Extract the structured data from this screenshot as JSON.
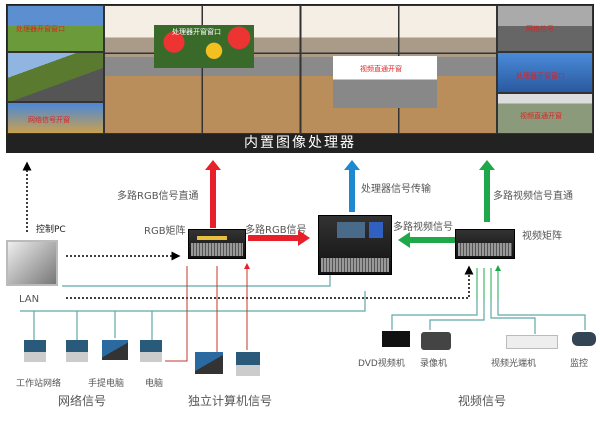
{
  "wall": {
    "title": "内置图像处理器",
    "overlays": {
      "left_top": "处理器开窗窗口",
      "left_bottom": "网络信号开窗",
      "center_window": "处理器开窗窗口",
      "video_window": "视频直通开窗",
      "right_top": "网络信号",
      "right_middle": "处理器开窗窗口",
      "right_bottom": "视频直通开窗"
    }
  },
  "arrows": {
    "rgb_direct": "多路RGB信号直通",
    "processor_transfer": "处理器信号传输",
    "video_direct": "多路视频信号直通",
    "rgb_signal": "多路RGB信号",
    "video_signal": "多路视频信号"
  },
  "devices": {
    "control_pc": "控制PC",
    "rgb_matrix": "RGB矩阵",
    "video_matrix": "视频矩阵",
    "lan": "LAN"
  },
  "network": {
    "items": [
      "工作站网络",
      "手提电脑",
      "电脑"
    ],
    "group": "网络信号"
  },
  "computer": {
    "group": "独立计算机信号"
  },
  "video": {
    "items": [
      "DVD视频机",
      "录像机",
      "视频光端机",
      "监控"
    ],
    "group": "视频信号"
  },
  "colors": {
    "red": "#e8202a",
    "blue": "#1e88d0",
    "green": "#1fa84a",
    "teal": "#5fa8a8"
  }
}
